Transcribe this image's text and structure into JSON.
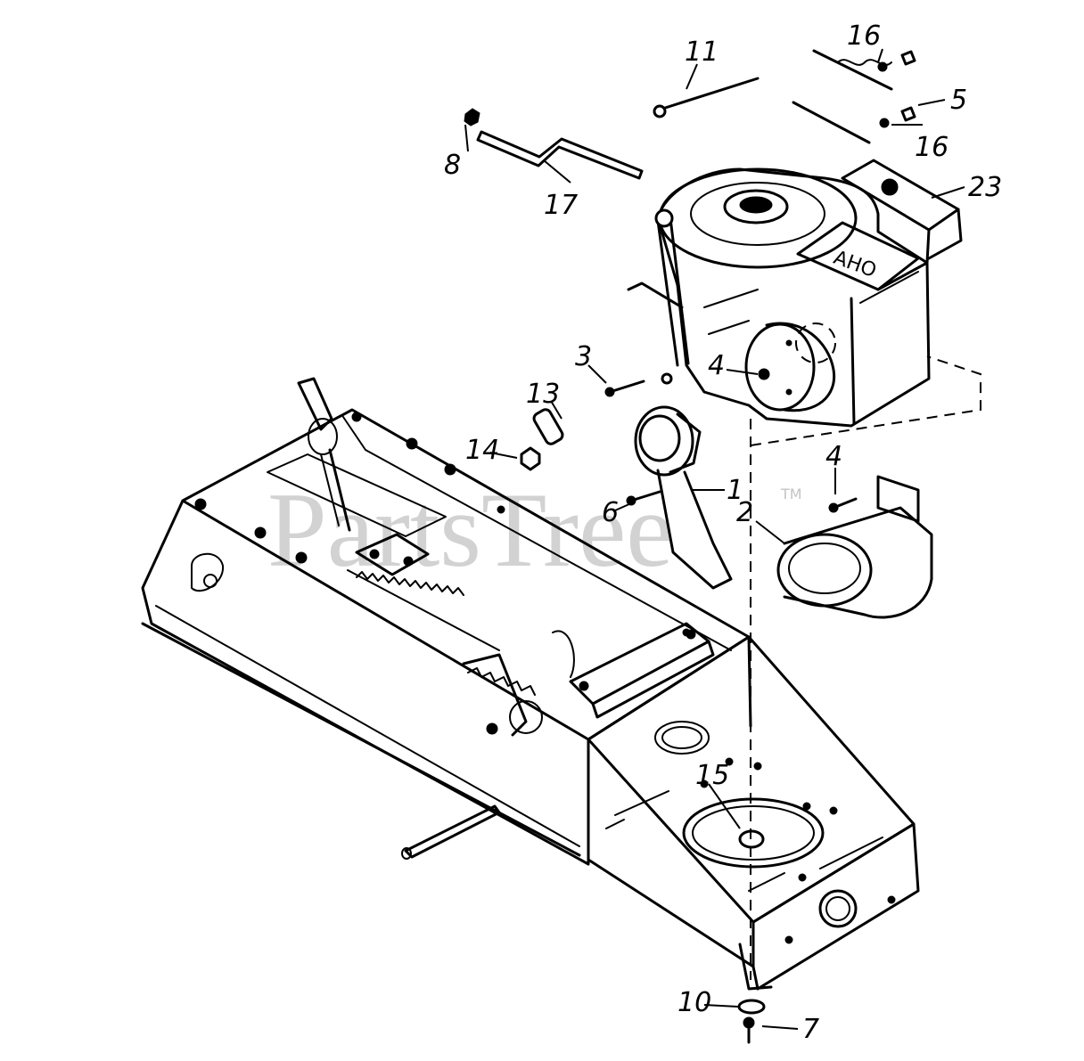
{
  "watermark": {
    "text": "PartsTree",
    "trademark": "TM"
  },
  "engine_mark": "AHO",
  "callouts": [
    {
      "id": "c1",
      "label": "1"
    },
    {
      "id": "c2",
      "label": "2"
    },
    {
      "id": "c3",
      "label": "3"
    },
    {
      "id": "c4a",
      "label": "4"
    },
    {
      "id": "c4b",
      "label": "4"
    },
    {
      "id": "c5",
      "label": "5"
    },
    {
      "id": "c6",
      "label": "6"
    },
    {
      "id": "c7",
      "label": "7"
    },
    {
      "id": "c8",
      "label": "8"
    },
    {
      "id": "c10",
      "label": "10"
    },
    {
      "id": "c11",
      "label": "11"
    },
    {
      "id": "c13",
      "label": "13"
    },
    {
      "id": "c14",
      "label": "14"
    },
    {
      "id": "c15",
      "label": "15"
    },
    {
      "id": "c16a",
      "label": "16"
    },
    {
      "id": "c16b",
      "label": "16"
    },
    {
      "id": "c17",
      "label": "17"
    },
    {
      "id": "c23",
      "label": "23"
    }
  ]
}
